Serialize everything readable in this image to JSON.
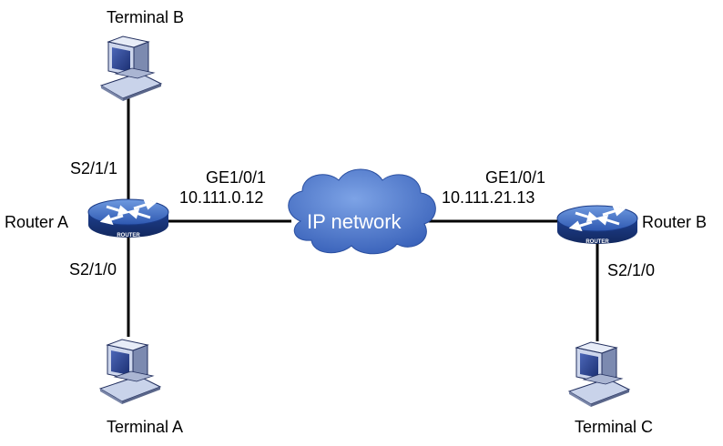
{
  "terminals": {
    "a": {
      "label": "Terminal A",
      "icon": "computer-terminal-icon"
    },
    "b": {
      "label": "Terminal B",
      "icon": "computer-terminal-icon"
    },
    "c": {
      "label": "Terminal C",
      "icon": "computer-terminal-icon"
    }
  },
  "routers": {
    "a": {
      "label": "Router A",
      "badge": "ROUTER",
      "icon": "router-icon",
      "ports": {
        "up": "S2/1/1",
        "down": "S2/1/0",
        "ge": "GE1/0/1",
        "ip": "10.111.0.12"
      }
    },
    "b": {
      "label": "Router B",
      "badge": "ROUTER",
      "icon": "router-icon",
      "ports": {
        "down": "S2/1/0",
        "ge": "GE1/0/1",
        "ip": "10.111.21.13"
      }
    }
  },
  "network": {
    "label": "IP network",
    "icon": "cloud-icon"
  },
  "colors": {
    "router_dark": "#1f3f8f",
    "router_light": "#4f7fd0",
    "cloud_fill": "#4a73c8",
    "line": "#000000"
  }
}
